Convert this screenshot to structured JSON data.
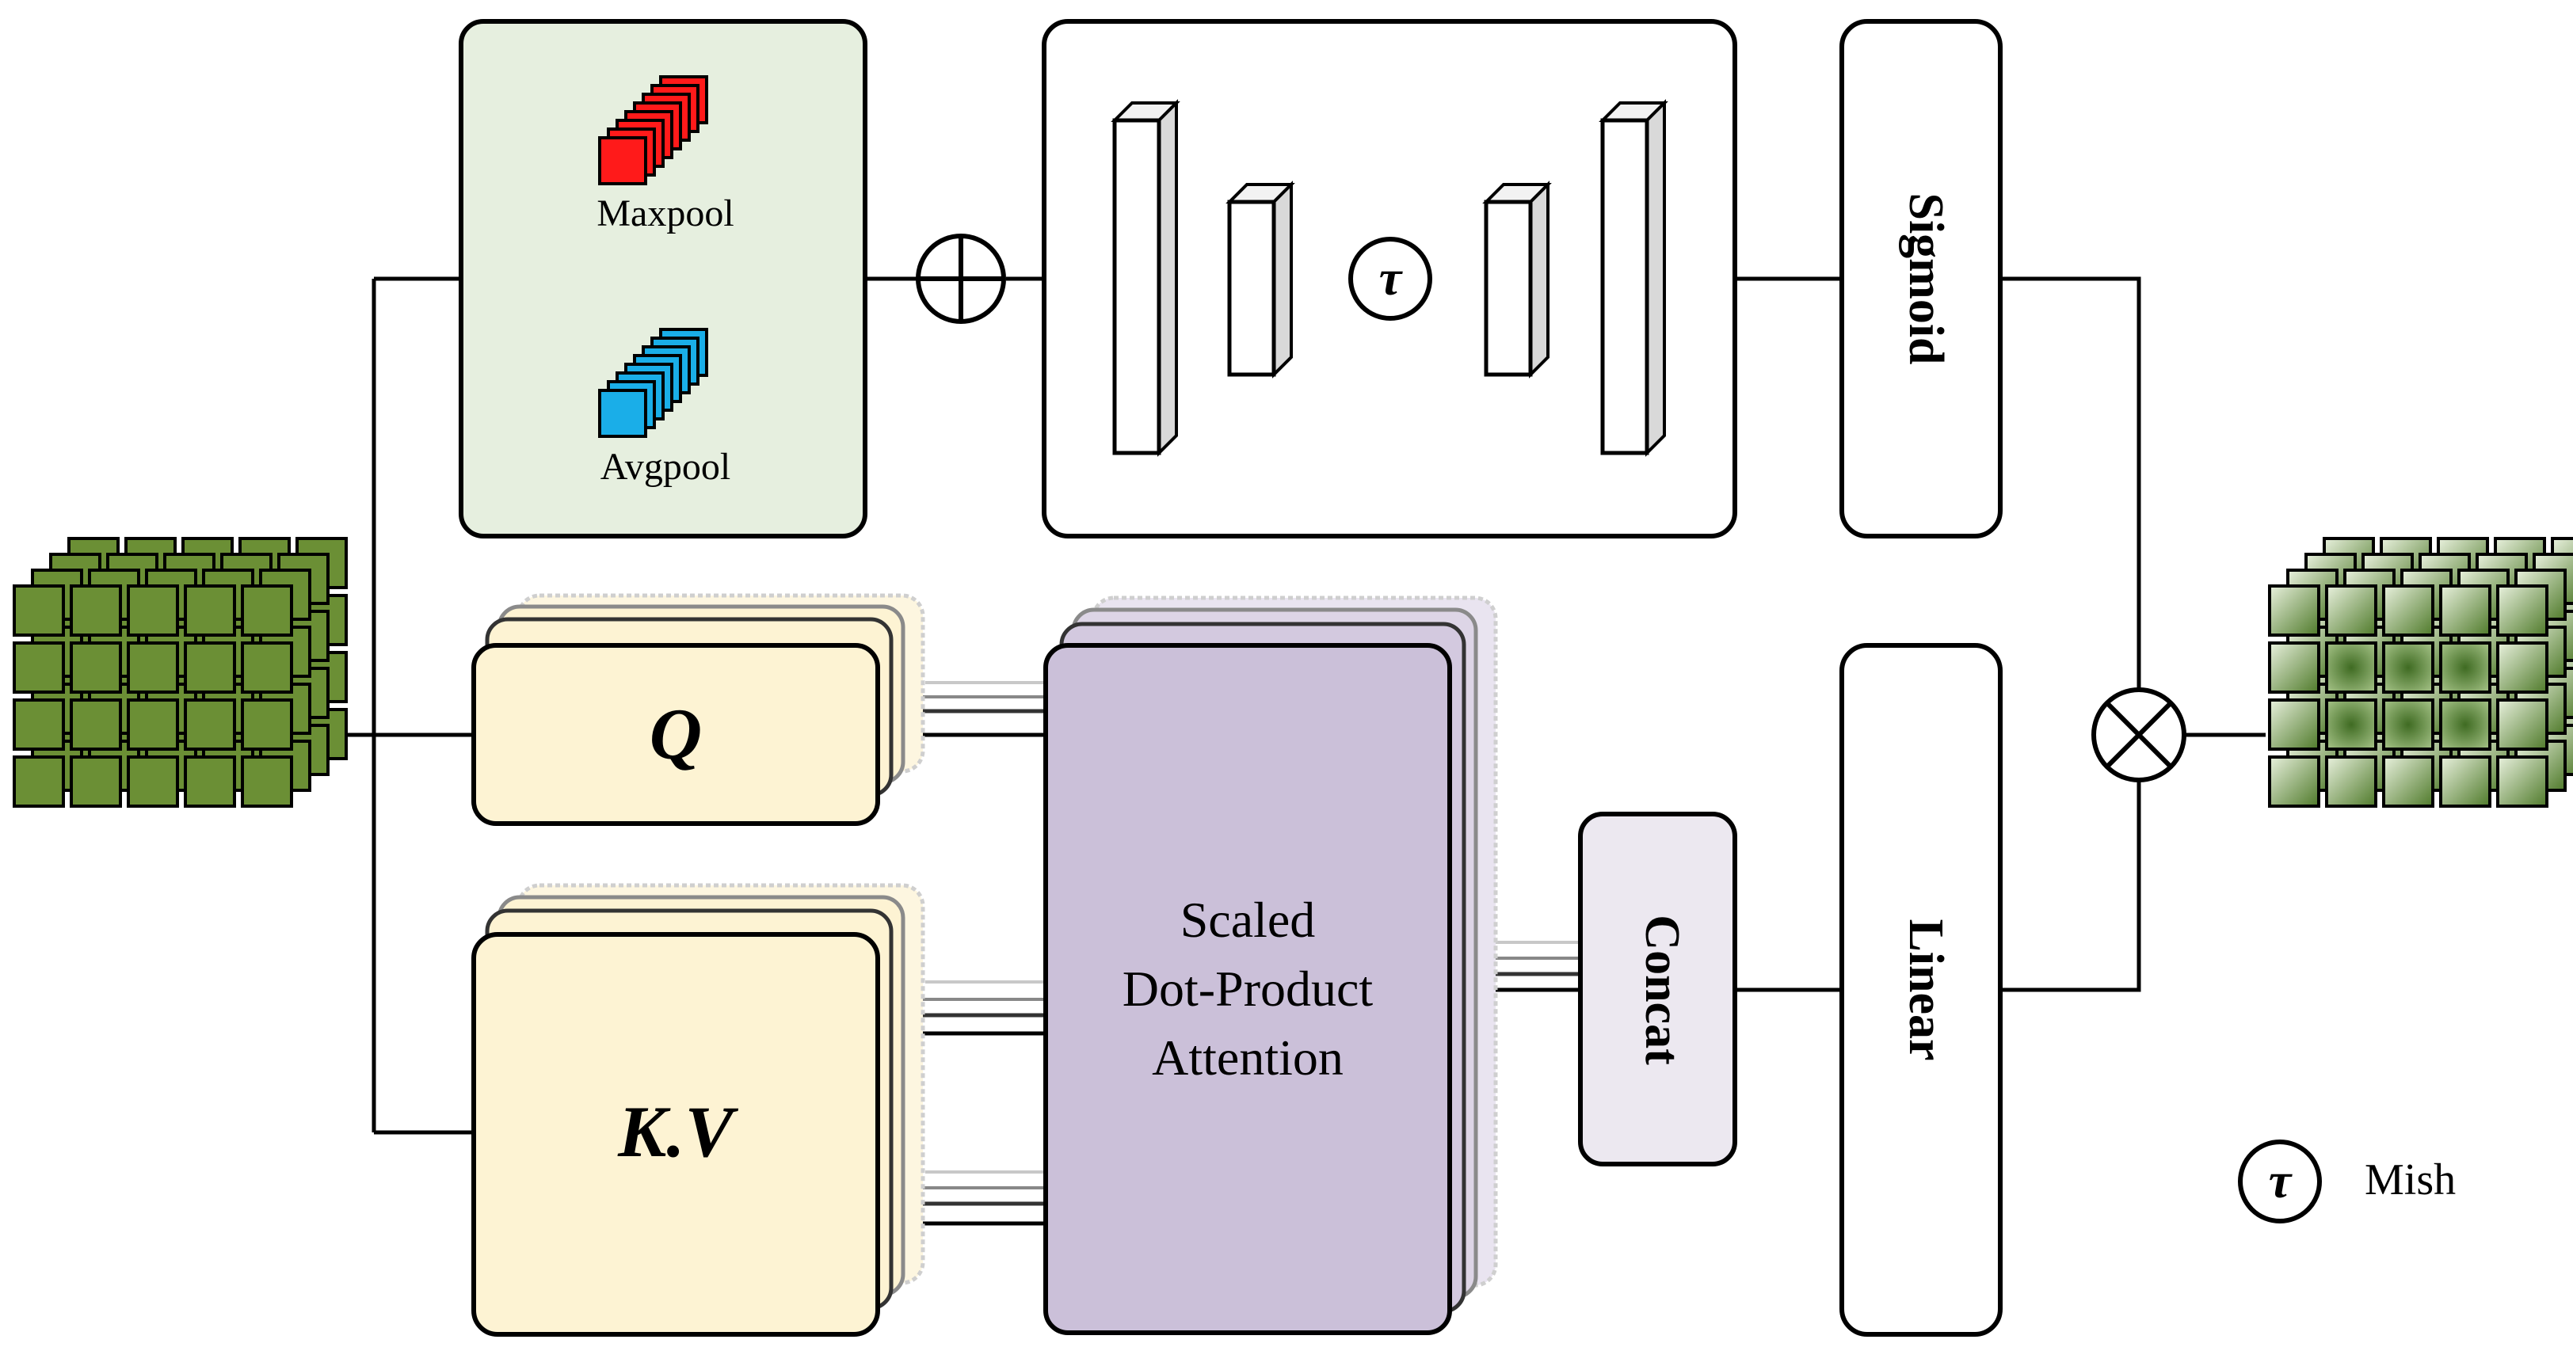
{
  "pool_block": {
    "maxpool_label": "Maxpool",
    "avgpool_label": "Avgpool",
    "maxpool_color": "#ff1a1a",
    "avgpool_color": "#1aaee8",
    "fill_color": "#e6efdf"
  },
  "add_op_icon": "circled-plus",
  "mlp_block": {
    "activation_symbol": "τ"
  },
  "sigmoid_label": "Sigmoid",
  "query_label": "Q",
  "key_value_label": "K.V",
  "attention_block": {
    "line1": "Scaled",
    "line2": "Dot-Product",
    "line3": "Attention",
    "fill_color": "#cbc0d9"
  },
  "concat_label": "Concat",
  "linear_label": "Linear",
  "multiply_op_icon": "circled-times",
  "legend": {
    "symbol": "τ",
    "label": "Mish"
  },
  "colors": {
    "input_cube": "#6b8f35",
    "qkv_fill": "#fdf3d3",
    "concat_fill": "#ece8f0"
  }
}
